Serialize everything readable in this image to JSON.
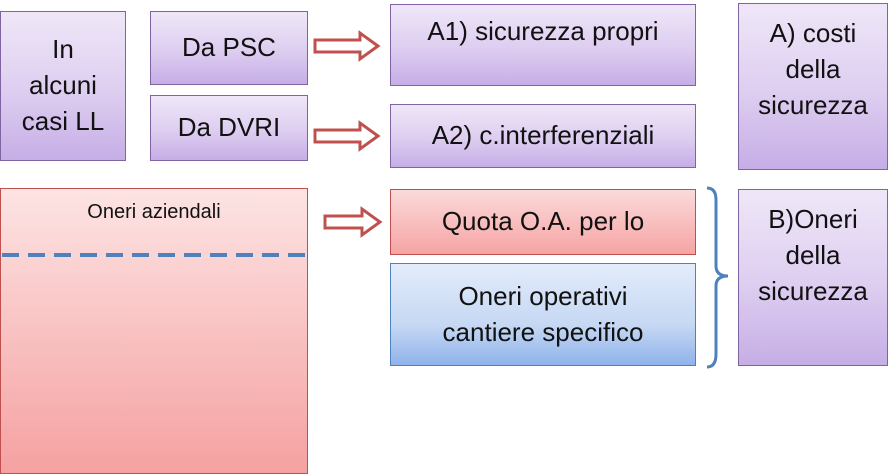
{
  "boxes": {
    "in_alcuni": [
      "In",
      "alcuni",
      "casi LL"
    ],
    "da_psc": "Da PSC",
    "da_dvri": "Da DVRI",
    "a1": "A1) sicurezza propri",
    "a2": "A2) c.interferenziali",
    "costi": [
      "A) costi",
      "della",
      "sicurezza"
    ],
    "oneri_aziendali": "Oneri aziendali",
    "quota": "Quota O.A. per lo",
    "operativi": [
      "Oneri operativi",
      "cantiere specifico"
    ],
    "oneri_sicurezza": [
      "B)Oneri",
      "della",
      "sicurezza"
    ]
  },
  "colors": {
    "purple_border": "#8064a2",
    "red_border": "#c0504d",
    "blue_border": "#4f81bd",
    "arrow": "#c0504d",
    "dashed_line": "#4f81bd",
    "brace": "#4f81bd"
  }
}
